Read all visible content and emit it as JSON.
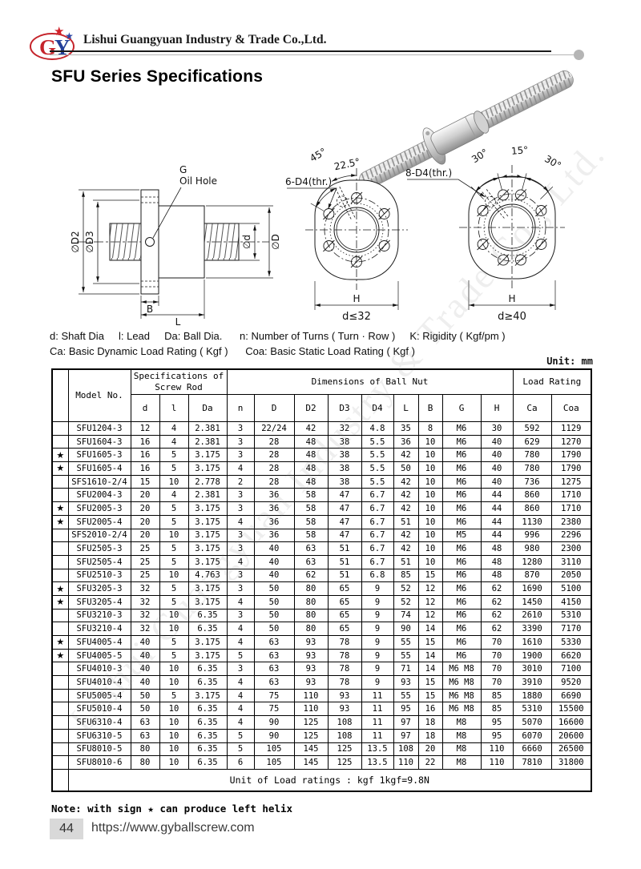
{
  "colors": {
    "logo_red": "#c5242b",
    "logo_blue": "#24409a",
    "rule_gray": "#b5b5b5",
    "page_num_bg": "#d9d9d9"
  },
  "header": {
    "logo_g": "G",
    "logo_y": "Y",
    "star1": "★",
    "star2": "★",
    "company_name": "Lishui Guangyuan Industry & Trade Co.,Ltd."
  },
  "title": "SFU Series Specifications",
  "watermark": "Lishui Guangyuan Industry & Trade Co., Ltd.",
  "diagrams": {
    "side": {
      "g_label": "G",
      "oil_hole": "Oil Hole",
      "d2": "∅D2",
      "d3": "∅D3",
      "d_small": "∅d",
      "d_cap": "∅D",
      "b": "B",
      "l": "L"
    },
    "flange6": {
      "label": "6-D4(thr.)",
      "a45": "45°",
      "a225": "22.5°",
      "h": "H",
      "cond": "d≤32"
    },
    "flange8": {
      "label": "8-D4(thr.)",
      "a30l": "30°",
      "a15": "15°",
      "a30r": "30°",
      "h": "H",
      "cond": "d≥40"
    }
  },
  "legend": {
    "line1": "d: Shaft Dia     l: Lead     Da: Ball Dia.      n: Number of Turns ( Turn · Row )     K: Rigidity ( Kgf/pm )",
    "line2": "Ca: Basic Dynamic Load Rating ( Kgf )      Coa: Basic Static Load Rating ( Kgf )",
    "unit": "Unit: mm"
  },
  "table": {
    "header": {
      "model": "Model No.",
      "group_screw": "Specifications of Screw Rod",
      "group_nut": "Dimensions of Ball Nut",
      "group_load": "Load Rating",
      "columns": [
        "d",
        "l",
        "Da",
        "n",
        "D",
        "D2",
        "D3",
        "D4",
        "L",
        "B",
        "G",
        "H",
        "Ca",
        "Coa"
      ]
    },
    "star_glyph": "★",
    "rows": [
      {
        "star": false,
        "model": "SFU1204-3",
        "v": [
          "12",
          "4",
          "2.381",
          "3",
          "22/24",
          "42",
          "32",
          "4.8",
          "35",
          "8",
          "M6",
          "30",
          "592",
          "1129"
        ]
      },
      {
        "star": false,
        "model": "SFU1604-3",
        "v": [
          "16",
          "4",
          "2.381",
          "3",
          "28",
          "48",
          "38",
          "5.5",
          "36",
          "10",
          "M6",
          "40",
          "629",
          "1270"
        ]
      },
      {
        "star": true,
        "model": "SFU1605-3",
        "v": [
          "16",
          "5",
          "3.175",
          "3",
          "28",
          "48",
          "38",
          "5.5",
          "42",
          "10",
          "M6",
          "40",
          "780",
          "1790"
        ]
      },
      {
        "star": true,
        "model": "SFU1605-4",
        "v": [
          "16",
          "5",
          "3.175",
          "4",
          "28",
          "48",
          "38",
          "5.5",
          "50",
          "10",
          "M6",
          "40",
          "780",
          "1790"
        ]
      },
      {
        "star": false,
        "model": "SFS1610-2/4",
        "v": [
          "15",
          "10",
          "2.778",
          "2",
          "28",
          "48",
          "38",
          "5.5",
          "42",
          "10",
          "M6",
          "40",
          "736",
          "1275"
        ]
      },
      {
        "star": false,
        "model": "SFU2004-3",
        "v": [
          "20",
          "4",
          "2.381",
          "3",
          "36",
          "58",
          "47",
          "6.7",
          "42",
          "10",
          "M6",
          "44",
          "860",
          "1710"
        ]
      },
      {
        "star": true,
        "model": "SFU2005-3",
        "v": [
          "20",
          "5",
          "3.175",
          "3",
          "36",
          "58",
          "47",
          "6.7",
          "42",
          "10",
          "M6",
          "44",
          "860",
          "1710"
        ]
      },
      {
        "star": true,
        "model": "SFU2005-4",
        "v": [
          "20",
          "5",
          "3.175",
          "4",
          "36",
          "58",
          "47",
          "6.7",
          "51",
          "10",
          "M6",
          "44",
          "1130",
          "2380"
        ]
      },
      {
        "star": false,
        "model": "SFS2010-2/4",
        "v": [
          "20",
          "10",
          "3.175",
          "3",
          "36",
          "58",
          "47",
          "6.7",
          "42",
          "10",
          "M5",
          "44",
          "996",
          "2296"
        ]
      },
      {
        "star": false,
        "model": "SFU2505-3",
        "v": [
          "25",
          "5",
          "3.175",
          "3",
          "40",
          "63",
          "51",
          "6.7",
          "42",
          "10",
          "M6",
          "48",
          "980",
          "2300"
        ]
      },
      {
        "star": false,
        "model": "SFU2505-4",
        "v": [
          "25",
          "5",
          "3.175",
          "4",
          "40",
          "63",
          "51",
          "6.7",
          "51",
          "10",
          "M6",
          "48",
          "1280",
          "3110"
        ]
      },
      {
        "star": false,
        "model": "SFU2510-3",
        "v": [
          "25",
          "10",
          "4.763",
          "3",
          "40",
          "62",
          "51",
          "6.8",
          "85",
          "15",
          "M6",
          "48",
          "870",
          "2050"
        ]
      },
      {
        "star": true,
        "model": "SFU3205-3",
        "v": [
          "32",
          "5",
          "3.175",
          "3",
          "50",
          "80",
          "65",
          "9",
          "52",
          "12",
          "M6",
          "62",
          "1690",
          "5100"
        ]
      },
      {
        "star": true,
        "model": "SFU3205-4",
        "v": [
          "32",
          "5",
          "3.175",
          "4",
          "50",
          "80",
          "65",
          "9",
          "52",
          "12",
          "M6",
          "62",
          "1450",
          "4150"
        ]
      },
      {
        "star": false,
        "model": "SFU3210-3",
        "v": [
          "32",
          "10",
          "6.35",
          "3",
          "50",
          "80",
          "65",
          "9",
          "74",
          "12",
          "M6",
          "62",
          "2610",
          "5310"
        ]
      },
      {
        "star": false,
        "model": "SFU3210-4",
        "v": [
          "32",
          "10",
          "6.35",
          "4",
          "50",
          "80",
          "65",
          "9",
          "90",
          "14",
          "M6",
          "62",
          "3390",
          "7170"
        ]
      },
      {
        "star": true,
        "model": "SFU4005-4",
        "v": [
          "40",
          "5",
          "3.175",
          "4",
          "63",
          "93",
          "78",
          "9",
          "55",
          "15",
          "M6",
          "70",
          "1610",
          "5330"
        ]
      },
      {
        "star": true,
        "model": "SFU4005-5",
        "v": [
          "40",
          "5",
          "3.175",
          "5",
          "63",
          "93",
          "78",
          "9",
          "55",
          "14",
          "M6",
          "70",
          "1900",
          "6620"
        ]
      },
      {
        "star": false,
        "model": "SFU4010-3",
        "v": [
          "40",
          "10",
          "6.35",
          "3",
          "63",
          "93",
          "78",
          "9",
          "71",
          "14",
          "M6 M8",
          "70",
          "3010",
          "7100"
        ]
      },
      {
        "star": false,
        "model": "SFU4010-4",
        "v": [
          "40",
          "10",
          "6.35",
          "4",
          "63",
          "93",
          "78",
          "9",
          "93",
          "15",
          "M6 M8",
          "70",
          "3910",
          "9520"
        ]
      },
      {
        "star": false,
        "model": "SFU5005-4",
        "v": [
          "50",
          "5",
          "3.175",
          "4",
          "75",
          "110",
          "93",
          "11",
          "55",
          "15",
          "M6 M8",
          "85",
          "1880",
          "6690"
        ]
      },
      {
        "star": false,
        "model": "SFU5010-4",
        "v": [
          "50",
          "10",
          "6.35",
          "4",
          "75",
          "110",
          "93",
          "11",
          "95",
          "16",
          "M6 M8",
          "85",
          "5310",
          "15500"
        ]
      },
      {
        "star": false,
        "model": "SFU6310-4",
        "v": [
          "63",
          "10",
          "6.35",
          "4",
          "90",
          "125",
          "108",
          "11",
          "97",
          "18",
          "M8",
          "95",
          "5070",
          "16600"
        ]
      },
      {
        "star": false,
        "model": "SFU6310-5",
        "v": [
          "63",
          "10",
          "6.35",
          "5",
          "90",
          "125",
          "108",
          "11",
          "97",
          "18",
          "M8",
          "95",
          "6070",
          "20600"
        ]
      },
      {
        "star": false,
        "model": "SFU8010-5",
        "v": [
          "80",
          "10",
          "6.35",
          "5",
          "105",
          "145",
          "125",
          "13.5",
          "108",
          "20",
          "M8",
          "110",
          "6660",
          "26500"
        ]
      },
      {
        "star": false,
        "model": "SFU8010-6",
        "v": [
          "80",
          "10",
          "6.35",
          "6",
          "105",
          "145",
          "125",
          "13.5",
          "110",
          "22",
          "M8",
          "110",
          "7810",
          "31800"
        ]
      }
    ],
    "unit_row": "Unit of Load ratings : kgf  1kgf=9.8N"
  },
  "note": "Note: with sign ★ can produce left helix",
  "footer": {
    "page_number": "44",
    "url": "https://www.gyballscrew.com"
  }
}
